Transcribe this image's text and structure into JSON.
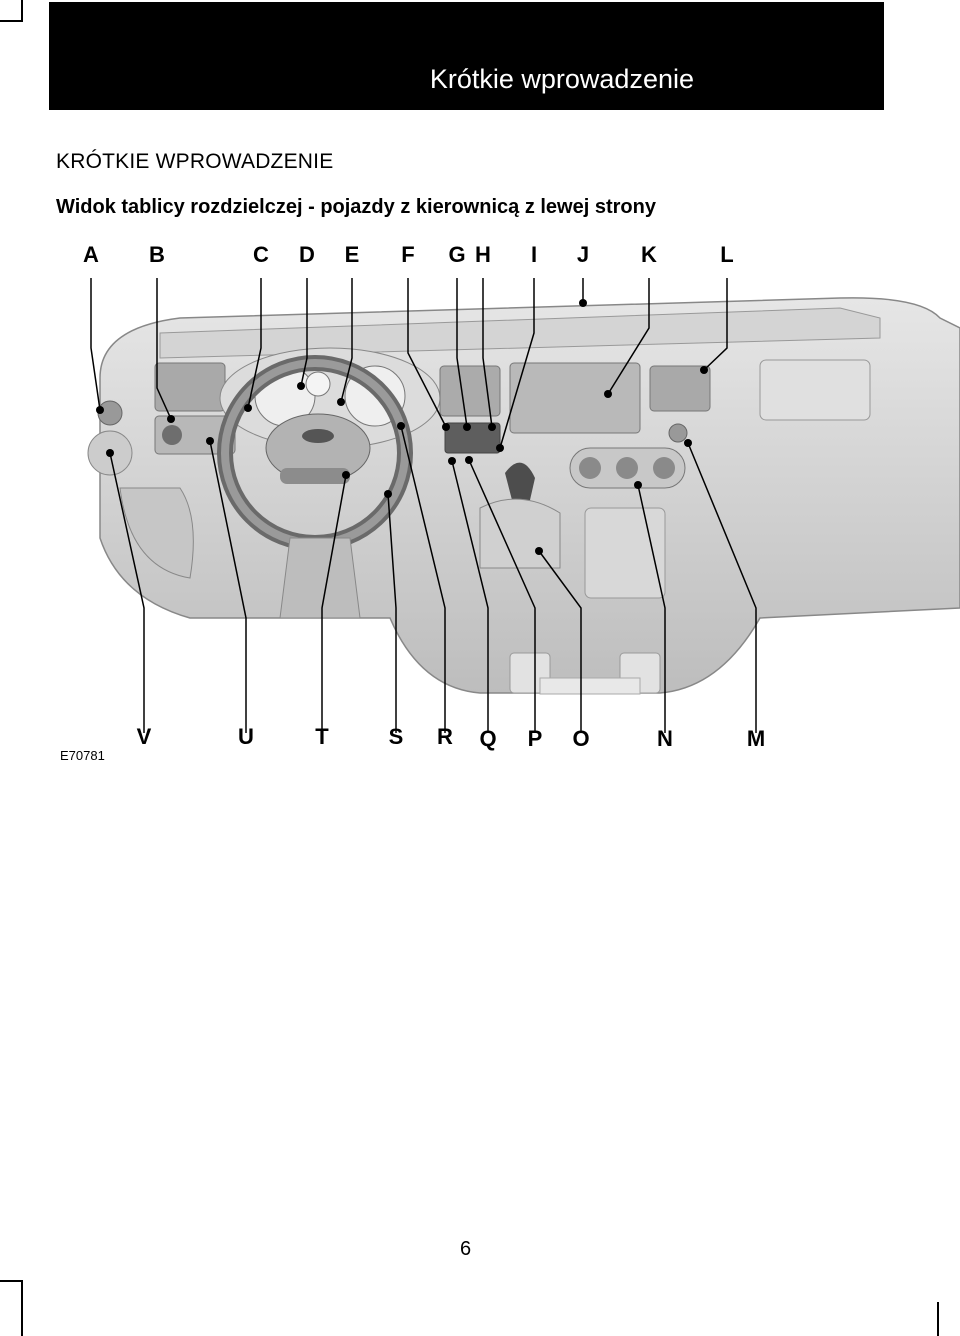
{
  "header": {
    "title": "Krótkie wprowadzenie"
  },
  "section_heading": "KRÓTKIE WPROWADZENIE",
  "subheading": "Widok tablicy rozdzielczej - pojazdy z kierownicą z lewej strony",
  "figure": {
    "callouts_top": [
      "A",
      "B",
      "C",
      "D",
      "E",
      "F",
      "G",
      "H",
      "I",
      "J",
      "K",
      "L"
    ],
    "callouts_bottom": [
      "V",
      "U",
      "T",
      "S",
      "R",
      "Q",
      "P",
      "O",
      "N",
      "M"
    ],
    "figure_id": "E70781"
  },
  "footer": {
    "page_number": "6"
  }
}
